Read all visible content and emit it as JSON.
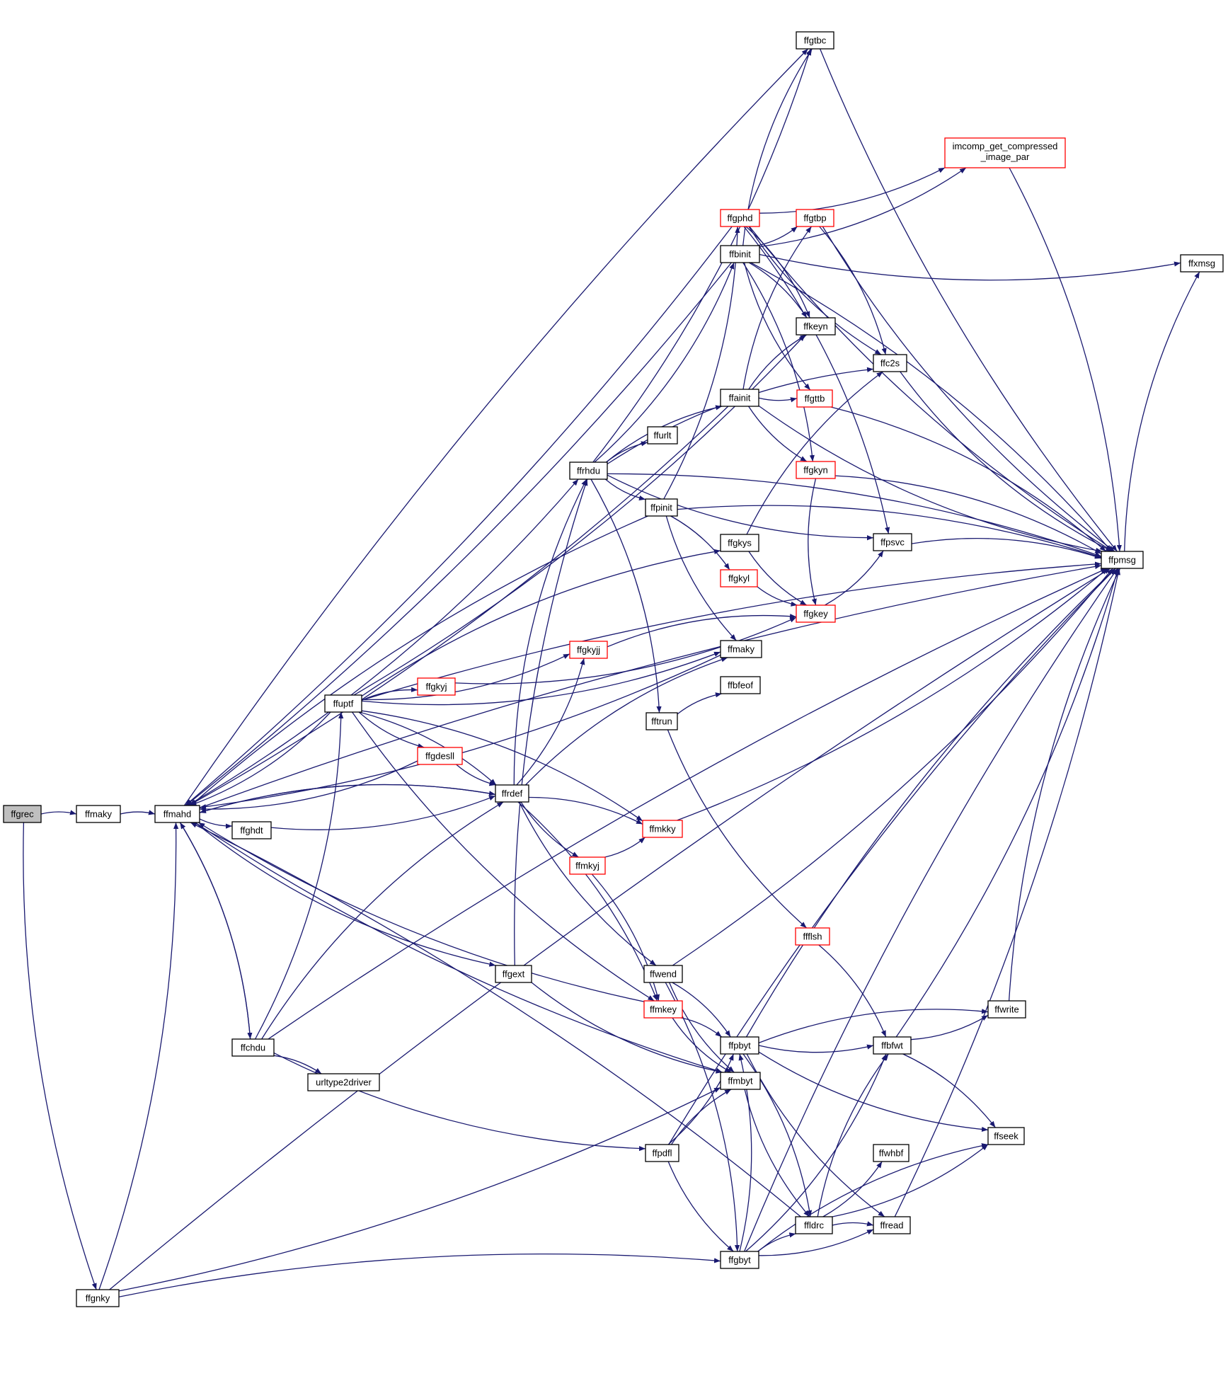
{
  "colors": {
    "edge": "#191970",
    "node_border": "#000000",
    "truncated_border": "#ff0000",
    "root_fill": "#bfbfbf"
  },
  "nodes": [
    {
      "id": "ffgrec",
      "label": "ffgrec",
      "kind": "root"
    },
    {
      "id": "ffmaky1",
      "label": "ffmaky",
      "kind": "normal"
    },
    {
      "id": "ffmahd",
      "label": "ffmahd",
      "kind": "normal"
    },
    {
      "id": "ffghdt",
      "label": "ffghdt",
      "kind": "normal"
    },
    {
      "id": "ffgnky",
      "label": "ffgnky",
      "kind": "normal"
    },
    {
      "id": "ffchdu",
      "label": "ffchdu",
      "kind": "normal"
    },
    {
      "id": "urltype2driver",
      "label": "urltype2driver",
      "kind": "normal"
    },
    {
      "id": "ffuptf",
      "label": "ffuptf",
      "kind": "normal"
    },
    {
      "id": "ffgkyj",
      "label": "ffgkyj",
      "kind": "red"
    },
    {
      "id": "ffgdesll",
      "label": "ffgdesll",
      "kind": "red"
    },
    {
      "id": "ffrdef",
      "label": "ffrdef",
      "kind": "normal"
    },
    {
      "id": "ffgext",
      "label": "ffgext",
      "kind": "normal"
    },
    {
      "id": "ffrhdu",
      "label": "ffrhdu",
      "kind": "normal"
    },
    {
      "id": "ffurlt",
      "label": "ffurlt",
      "kind": "normal"
    },
    {
      "id": "ffpinit",
      "label": "ffpinit",
      "kind": "normal"
    },
    {
      "id": "fftrun",
      "label": "fftrun",
      "kind": "normal"
    },
    {
      "id": "ffgkyjj",
      "label": "ffgkyjj",
      "kind": "red"
    },
    {
      "id": "ffmkyj",
      "label": "ffmkyj",
      "kind": "red"
    },
    {
      "id": "ffmkky",
      "label": "ffmkky",
      "kind": "red"
    },
    {
      "id": "ffwend",
      "label": "ffwend",
      "kind": "normal"
    },
    {
      "id": "ffmkey",
      "label": "ffmkey",
      "kind": "red"
    },
    {
      "id": "ffpdfl",
      "label": "ffpdfl",
      "kind": "normal"
    },
    {
      "id": "ffgtbc",
      "label": "ffgtbc",
      "kind": "normal"
    },
    {
      "id": "ffgphd",
      "label": "ffgphd",
      "kind": "red"
    },
    {
      "id": "ffbinit",
      "label": "ffbinit",
      "kind": "normal"
    },
    {
      "id": "ffainit",
      "label": "ffainit",
      "kind": "normal"
    },
    {
      "id": "ffgkys",
      "label": "ffgkys",
      "kind": "normal"
    },
    {
      "id": "ffgkyl",
      "label": "ffgkyl",
      "kind": "red"
    },
    {
      "id": "ffmaky2",
      "label": "ffmaky",
      "kind": "normal"
    },
    {
      "id": "ffbfeof",
      "label": "ffbfeof",
      "kind": "normal"
    },
    {
      "id": "ffpbyt",
      "label": "ffpbyt",
      "kind": "normal"
    },
    {
      "id": "ffmbyt",
      "label": "ffmbyt",
      "kind": "normal"
    },
    {
      "id": "ffgbyt",
      "label": "ffgbyt",
      "kind": "normal"
    },
    {
      "id": "ffgtbp",
      "label": "ffgtbp",
      "kind": "red"
    },
    {
      "id": "ffkeyn",
      "label": "ffkeyn",
      "kind": "normal"
    },
    {
      "id": "ffgttb",
      "label": "ffgttb",
      "kind": "red"
    },
    {
      "id": "ffgkyn",
      "label": "ffgkyn",
      "kind": "red"
    },
    {
      "id": "ffgkey",
      "label": "ffgkey",
      "kind": "red"
    },
    {
      "id": "ffflsh",
      "label": "ffflsh",
      "kind": "red"
    },
    {
      "id": "ffldrc",
      "label": "ffldrc",
      "kind": "normal"
    },
    {
      "id": "imcomp",
      "label": "imcomp_get_compressed",
      "label2": "_image_par",
      "kind": "red"
    },
    {
      "id": "ffc2s",
      "label": "ffc2s",
      "kind": "normal"
    },
    {
      "id": "ffpsvc",
      "label": "ffpsvc",
      "kind": "normal"
    },
    {
      "id": "ffbfwt",
      "label": "ffbfwt",
      "kind": "normal"
    },
    {
      "id": "ffwhbf",
      "label": "ffwhbf",
      "kind": "normal"
    },
    {
      "id": "ffread",
      "label": "ffread",
      "kind": "normal"
    },
    {
      "id": "ffwrite",
      "label": "ffwrite",
      "kind": "normal"
    },
    {
      "id": "ffseek",
      "label": "ffseek",
      "kind": "normal"
    },
    {
      "id": "ffpmsg",
      "label": "ffpmsg",
      "kind": "normal"
    },
    {
      "id": "ffxmsg",
      "label": "ffxmsg",
      "kind": "normal"
    }
  ],
  "edges": [
    [
      "ffgrec",
      "ffmaky1"
    ],
    [
      "ffgrec",
      "ffgnky"
    ],
    [
      "ffmaky1",
      "ffmahd"
    ],
    [
      "ffgnky",
      "ffmahd"
    ],
    [
      "ffgnky",
      "ffgbyt"
    ],
    [
      "ffgnky",
      "ffmbyt"
    ],
    [
      "ffgnky",
      "ffpmsg"
    ],
    [
      "ffmahd",
      "ffghdt"
    ],
    [
      "ffmahd",
      "ffchdu"
    ],
    [
      "ffmahd",
      "ffgext"
    ],
    [
      "ffmahd",
      "ffrdef"
    ],
    [
      "ffmahd",
      "ffrhdu"
    ],
    [
      "ffmahd",
      "ffpmsg"
    ],
    [
      "ffmahd",
      "ffmbyt"
    ],
    [
      "ffmahd",
      "ffgtbc"
    ],
    [
      "ffghdt",
      "ffrdef"
    ],
    [
      "ffchdu",
      "urltype2driver"
    ],
    [
      "ffchdu",
      "ffuptf"
    ],
    [
      "ffchdu",
      "ffrdef"
    ],
    [
      "ffchdu",
      "ffpdfl"
    ],
    [
      "ffchdu",
      "ffpmsg"
    ],
    [
      "ffchdu",
      "ffmahd"
    ],
    [
      "ffuptf",
      "ffgkyj"
    ],
    [
      "ffuptf",
      "ffgdesll"
    ],
    [
      "ffuptf",
      "ffrdef"
    ],
    [
      "ffuptf",
      "ffgkyjj"
    ],
    [
      "ffuptf",
      "ffgkys"
    ],
    [
      "ffuptf",
      "ffmaky2"
    ],
    [
      "ffuptf",
      "ffmkky"
    ],
    [
      "ffuptf",
      "ffmkey"
    ],
    [
      "ffuptf",
      "ffpmsg"
    ],
    [
      "ffuptf",
      "ffkeyn"
    ],
    [
      "ffuptf",
      "ffmahd"
    ],
    [
      "ffgdesll",
      "ffrdef"
    ],
    [
      "ffgdesll",
      "ffmahd"
    ],
    [
      "ffgkyj",
      "ffgkey"
    ],
    [
      "ffrdef",
      "ffrhdu"
    ],
    [
      "ffrdef",
      "ffmkyj"
    ],
    [
      "ffrdef",
      "ffmkky"
    ],
    [
      "ffrdef",
      "ffwend"
    ],
    [
      "ffrdef",
      "ffmkey"
    ],
    [
      "ffrdef",
      "ffgkyjj"
    ],
    [
      "ffrdef",
      "ffmaky2"
    ],
    [
      "ffrdef",
      "ffmahd"
    ],
    [
      "ffgext",
      "ffrhdu"
    ],
    [
      "ffgext",
      "ffmbyt"
    ],
    [
      "ffrhdu",
      "ffurlt"
    ],
    [
      "ffrhdu",
      "ffpinit"
    ],
    [
      "ffrhdu",
      "ffainit"
    ],
    [
      "ffrhdu",
      "ffbinit"
    ],
    [
      "ffrhdu",
      "fftrun"
    ],
    [
      "ffrhdu",
      "ffgtbc"
    ],
    [
      "ffrhdu",
      "ffc2s"
    ],
    [
      "ffrhdu",
      "ffpsvc"
    ],
    [
      "ffrhdu",
      "ffpmsg"
    ],
    [
      "ffpinit",
      "ffgphd"
    ],
    [
      "ffpinit",
      "ffgkyl"
    ],
    [
      "ffpinit",
      "ffmaky2"
    ],
    [
      "ffpinit",
      "ffpmsg"
    ],
    [
      "ffpinit",
      "ffmahd"
    ],
    [
      "fftrun",
      "ffbfeof"
    ],
    [
      "fftrun",
      "ffflsh"
    ],
    [
      "ffgkyjj",
      "ffgkey"
    ],
    [
      "ffmkyj",
      "ffmkky"
    ],
    [
      "ffmkyj",
      "ffmkey"
    ],
    [
      "ffmkky",
      "ffpmsg"
    ],
    [
      "ffwend",
      "ffpbyt"
    ],
    [
      "ffwend",
      "ffmbyt"
    ],
    [
      "ffwend",
      "ffgbyt"
    ],
    [
      "ffwend",
      "ffpmsg"
    ],
    [
      "ffmkey",
      "ffpbyt"
    ],
    [
      "ffmkey",
      "ffmbyt"
    ],
    [
      "ffmkey",
      "ffmahd"
    ],
    [
      "ffpdfl",
      "ffpbyt"
    ],
    [
      "ffpdfl",
      "ffmbyt"
    ],
    [
      "ffpdfl",
      "ffgbyt"
    ],
    [
      "ffpdfl",
      "ffpmsg"
    ],
    [
      "ffgtbc",
      "ffpmsg"
    ],
    [
      "ffgphd",
      "ffkeyn"
    ],
    [
      "ffgphd",
      "ffc2s"
    ],
    [
      "ffgphd",
      "ffpsvc"
    ],
    [
      "ffgphd",
      "ffpmsg"
    ],
    [
      "ffgphd",
      "ffmahd"
    ],
    [
      "ffgphd",
      "imcomp"
    ],
    [
      "ffbinit",
      "ffgtbc"
    ],
    [
      "ffbinit",
      "ffgtbp"
    ],
    [
      "ffbinit",
      "ffkeyn"
    ],
    [
      "ffbinit",
      "ffgttb"
    ],
    [
      "ffbinit",
      "ffgkyn"
    ],
    [
      "ffbinit",
      "imcomp"
    ],
    [
      "ffbinit",
      "ffpmsg"
    ],
    [
      "ffbinit",
      "ffxmsg"
    ],
    [
      "ffbinit",
      "ffmahd"
    ],
    [
      "ffainit",
      "ffgttb"
    ],
    [
      "ffainit",
      "ffgtbp"
    ],
    [
      "ffainit",
      "ffgkyn"
    ],
    [
      "ffainit",
      "ffkeyn"
    ],
    [
      "ffainit",
      "ffpmsg"
    ],
    [
      "ffainit",
      "ffmahd"
    ],
    [
      "ffgkys",
      "ffgkey"
    ],
    [
      "ffgkys",
      "ffc2s"
    ],
    [
      "ffgkyl",
      "ffgkey"
    ],
    [
      "ffmaky2",
      "ffmahd"
    ],
    [
      "ffpbyt",
      "ffbfwt"
    ],
    [
      "ffpbyt",
      "ffwrite"
    ],
    [
      "ffpbyt",
      "ffseek"
    ],
    [
      "ffpbyt",
      "ffldrc"
    ],
    [
      "ffpbyt",
      "ffread"
    ],
    [
      "ffpbyt",
      "ffpmsg"
    ],
    [
      "ffmbyt",
      "ffldrc"
    ],
    [
      "ffgbyt",
      "ffldrc"
    ],
    [
      "ffgbyt",
      "ffread"
    ],
    [
      "ffgbyt",
      "ffseek"
    ],
    [
      "ffgbyt",
      "ffbfwt"
    ],
    [
      "ffgbyt",
      "ffpmsg"
    ],
    [
      "ffgbyt",
      "ffpbyt"
    ],
    [
      "ffgtbp",
      "ffc2s"
    ],
    [
      "ffgtbp",
      "ffpmsg"
    ],
    [
      "ffgttb",
      "ffpmsg"
    ],
    [
      "ffgkyn",
      "ffgkey"
    ],
    [
      "ffgkyn",
      "ffpmsg"
    ],
    [
      "ffgkey",
      "ffpsvc"
    ],
    [
      "ffflsh",
      "ffbfwt"
    ],
    [
      "ffldrc",
      "ffwhbf"
    ],
    [
      "ffldrc",
      "ffread"
    ],
    [
      "ffldrc",
      "ffseek"
    ],
    [
      "ffldrc",
      "ffbfwt"
    ],
    [
      "ffldrc",
      "ffmahd"
    ],
    [
      "imcomp",
      "ffpmsg"
    ],
    [
      "ffc2s",
      "ffpmsg"
    ],
    [
      "ffpsvc",
      "ffpmsg"
    ],
    [
      "ffbfwt",
      "ffwrite"
    ],
    [
      "ffbfwt",
      "ffseek"
    ],
    [
      "ffbfwt",
      "ffpmsg"
    ],
    [
      "ffwrite",
      "ffpmsg"
    ],
    [
      "ffread",
      "ffpmsg"
    ],
    [
      "ffpmsg",
      "ffxmsg"
    ]
  ]
}
